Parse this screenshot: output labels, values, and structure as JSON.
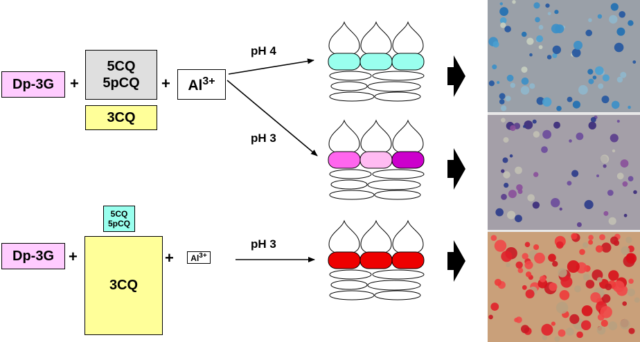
{
  "top_row": {
    "dp3g": "Dp-3G",
    "plus_1": "+",
    "cq_line1": "5CQ",
    "cq_line2": "5pCQ",
    "cq3": "3CQ",
    "plus_2": "+",
    "al_base": "Al",
    "al_charge": "3+",
    "ph_upper": "pH 4",
    "ph_lower": "pH 3"
  },
  "bottom_row": {
    "dp3g": "Dp-3G",
    "plus_1": "+",
    "cq_line1": "5CQ",
    "cq_line2": "5pCQ",
    "cq3": "3CQ",
    "plus_2": "+",
    "al_base": "Al",
    "al_charge": "3+",
    "ph": "pH 3"
  },
  "colors": {
    "dp3g_fill": "#ffccff",
    "cq5_fill": "#dfdfdf",
    "cq3_fill": "#ffff99",
    "cq5_small_fill": "#99ffee",
    "cells_ph4": [
      "#99ffee",
      "#99ffee",
      "#99ffee"
    ],
    "cells_ph3_top": [
      "#ff66ee",
      "#ffbbf2",
      "#cc00cc"
    ],
    "cells_ph3_bottom": [
      "#ee0000",
      "#ee0000",
      "#ee0000"
    ],
    "photo_top": "#9aa0a8",
    "photo_middle": "#a49fa8",
    "photo_bottom": "#c9a07a"
  },
  "icons": {
    "result_arrow": "block-arrow-right-icon",
    "reaction_arrow": "arrow-right-icon"
  }
}
